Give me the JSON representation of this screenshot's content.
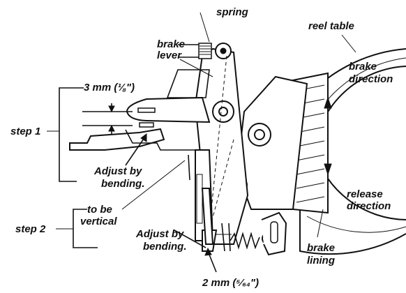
{
  "labels": {
    "spring": "spring",
    "brake_lever_1": "brake",
    "brake_lever_2": "lever",
    "reel_table": "reel table",
    "brake_direction_1": "brake",
    "brake_direction_2": "direction",
    "gap_step1": "3 mm (⅛\")",
    "step1": "step 1",
    "adjust1_1": "Adjust by",
    "adjust1_2": "bending.",
    "to_be_vertical_1": "to be",
    "to_be_vertical_2": "vertical",
    "step2": "step 2",
    "adjust2_1": "Adjust by",
    "adjust2_2": "bending.",
    "release_direction_1": "release",
    "release_direction_2": "direction",
    "brake_lining_1": "brake",
    "brake_lining_2": "lining",
    "gap_step2": "2 mm (⁵⁄₆₄\")"
  }
}
